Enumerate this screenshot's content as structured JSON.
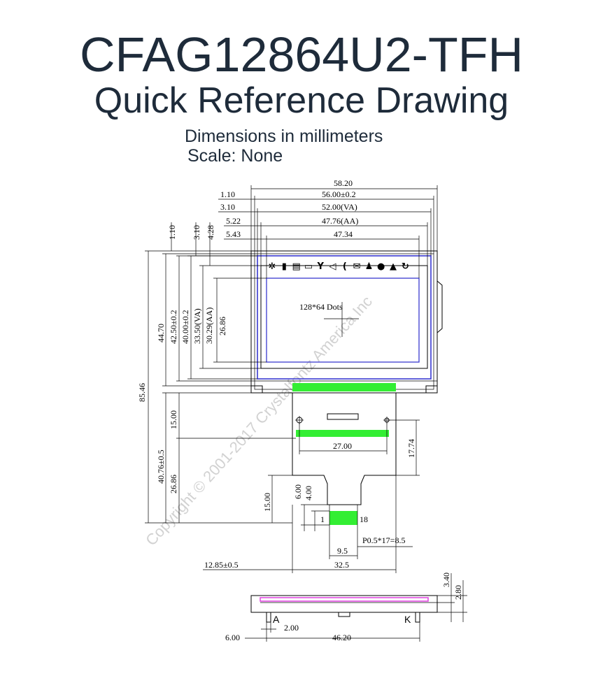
{
  "header": {
    "title": "CFAG12864U2-TFH",
    "subtitle": "Quick Reference Drawing",
    "units_note": "Dimensions in millimeters",
    "scale_note": "Scale: None"
  },
  "watermark": "Copyright © 2001-2017 Crystalfontz America Inc",
  "colors": {
    "text": "#1e2b3a",
    "va_outline": "#3a3ad0",
    "connector": "#33ee33",
    "backlight": "#e040e0"
  },
  "dims": {
    "w_outline": "58.20",
    "w_glass": "56.00±0.2",
    "w_va": "52.00(VA)",
    "w_aa": "47.76(AA)",
    "w_dots": "47.34",
    "off_glass": "1.10",
    "off_va": "3.10",
    "off_aa": "5.22",
    "off_dots": "5.43",
    "top_glass": "1.10",
    "top_va": "3.10",
    "top_aa": "4.28",
    "h_outline": "44.70",
    "h_glass": "42.50±0.2",
    "h_module": "40.00±0.2",
    "h_va": "33.50(VA)",
    "h_aa": "30.29(AA)",
    "h_dots": "26.86",
    "total_height": "85.46",
    "tail_offset": "40.76±0.5",
    "tail_a": "15.00",
    "tail_b": "26.86",
    "tail_c": "15.00",
    "pad_a": "6.00",
    "pad_b": "4.00",
    "hole_span": "27.00",
    "hole_drop": "17.74",
    "pitch": "P0.5*17=8.5",
    "pin_first": "1",
    "pin_last": "18",
    "pin_width": "9.5",
    "tail_width": "32.5",
    "tail_left": "12.85±0.5",
    "thick_total": "3.40",
    "thick_glass": "2.80",
    "anode_label": "A",
    "cathode_label": "K",
    "led_pitch": "2.00",
    "led_left": "6.00",
    "led_span": "46.20"
  },
  "screen": {
    "resolution": "128*64 Dots",
    "icons": [
      "settings-icon",
      "battery-icon",
      "keyboard-icon",
      "computer-icon",
      "antenna-icon",
      "speaker-mute-icon",
      "phone-icon",
      "mail-icon",
      "bell-icon",
      "clock-icon",
      "warning-icon",
      "refresh-icon"
    ]
  }
}
